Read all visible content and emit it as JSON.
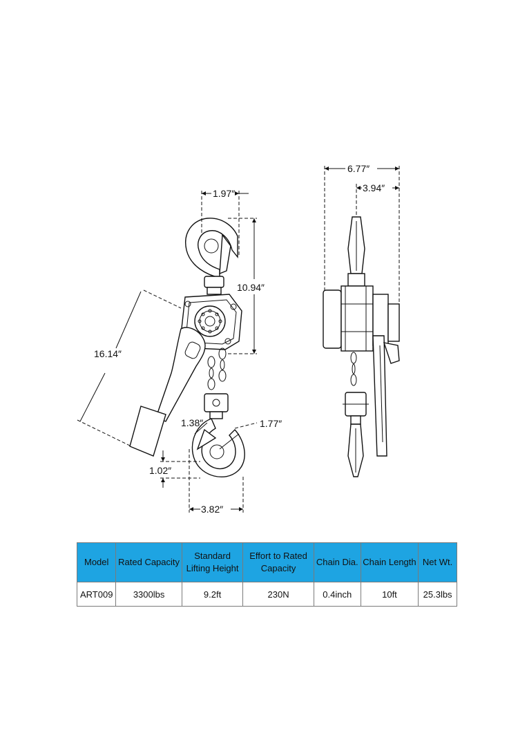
{
  "dimensions": {
    "hook_top_width": "1.97″",
    "height_top": "10.94″",
    "lever_length": "16.14″",
    "hook_throat": "1.38″",
    "hook_bottom_width": "1.77″",
    "hook_drop": "1.02″",
    "hook_bottom_span": "3.82″",
    "side_width": "6.77″",
    "side_offset": "3.94″"
  },
  "table": {
    "headers": [
      {
        "line1": "Model",
        "line2": ""
      },
      {
        "line1": "Rated Capacity",
        "line2": ""
      },
      {
        "line1": "Standard",
        "line2": "Lifting Height"
      },
      {
        "line1": "Effort to Rated",
        "line2": "Capacity"
      },
      {
        "line1": "Chain Dia.",
        "line2": ""
      },
      {
        "line1": "Chain Length",
        "line2": ""
      },
      {
        "line1": "Net Wt.",
        "line2": ""
      }
    ],
    "row": [
      "ART009",
      "3300lbs",
      "9.2ft",
      "230N",
      "0.4inch",
      "10ft",
      "25.3lbs"
    ]
  },
  "colors": {
    "header_bg": "#1ea4e2",
    "line": "#111111"
  }
}
